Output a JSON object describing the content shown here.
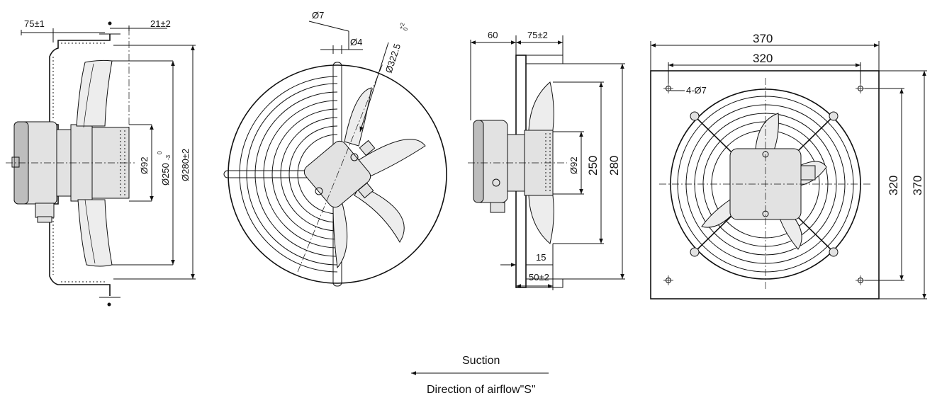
{
  "side_view": {
    "dim_left_offset": "75±1",
    "dim_top_right": "21±2",
    "dim_shaft": "Ø92",
    "dim_inner": "Ø250",
    "dim_inner_tol_upper": "0",
    "dim_inner_tol_lower": "-3",
    "dim_outer": "Ø280±2"
  },
  "front_view": {
    "dim_hole": "Ø7",
    "dim_pin": "Ø4",
    "dim_guard": "Ø322.5",
    "dim_guard_tol_upper": "+2",
    "dim_guard_tol_lower": "0"
  },
  "profile_view": {
    "dim_depth_a": "60",
    "dim_depth_b": "75±2",
    "dim_shaft": "Ø92",
    "dim_250": "250",
    "dim_280": "280",
    "dim_15": "15",
    "dim_50": "50±2"
  },
  "plate_view": {
    "width_outer": "370",
    "width_holes": "320",
    "holes": "4-Ø7",
    "height_holes": "320",
    "height_outer": "370"
  },
  "airflow": {
    "label_suction": "Suction",
    "label_direction": "Direction of airflow\"S\""
  }
}
